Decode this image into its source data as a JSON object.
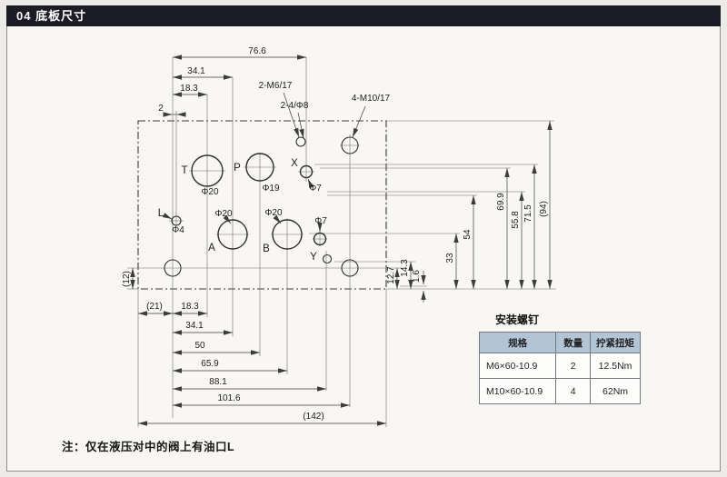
{
  "header": {
    "title": "04 底板尺寸"
  },
  "drawing": {
    "ports": {
      "T": {
        "label": "T",
        "dia": "Φ20"
      },
      "P": {
        "label": "P",
        "dia": "Φ19"
      },
      "X": {
        "label": "X",
        "dia": "Φ7"
      },
      "A": {
        "label": "A",
        "dia": "Φ20"
      },
      "B": {
        "label": "B",
        "dia": "Φ20"
      },
      "Y": {
        "label": "Y",
        "dia": "Φ7"
      },
      "L": {
        "label": "L",
        "dia": "Φ4"
      }
    },
    "callouts": {
      "m6": "2-M6/17",
      "phi8": "2-4/Φ8",
      "m10": "4-M10/17"
    },
    "top_dims": {
      "d76_6": "76.6",
      "d34_1": "34.1",
      "d18_3": "18.3",
      "d2": "2"
    },
    "bottom_dims": {
      "d21": "(21)",
      "d18_3": "18.3",
      "d34_1": "34.1",
      "d50": "50",
      "d65_9": "65.9",
      "d88_1": "88.1",
      "d101_6": "101.6",
      "d142": "(142)"
    },
    "right_dims": {
      "d12_7": "12.7",
      "d14_3": "14.3",
      "d1_6": "1.6",
      "d33": "33",
      "d54": "54",
      "d55_8": "55.8",
      "d69_9": "69.9",
      "d71_5": "71.5",
      "d94": "(94)"
    },
    "left_dims": {
      "d12": "(12)"
    }
  },
  "screws": {
    "title": "安装螺钉",
    "headers": [
      "规格",
      "数量",
      "拧紧扭矩"
    ],
    "rows": [
      [
        "M6×60-10.9",
        "2",
        "12.5Nm"
      ],
      [
        "M10×60-10.9",
        "4",
        "62Nm"
      ]
    ]
  },
  "note": "注：仅在液压对中的阀上有油口L"
}
